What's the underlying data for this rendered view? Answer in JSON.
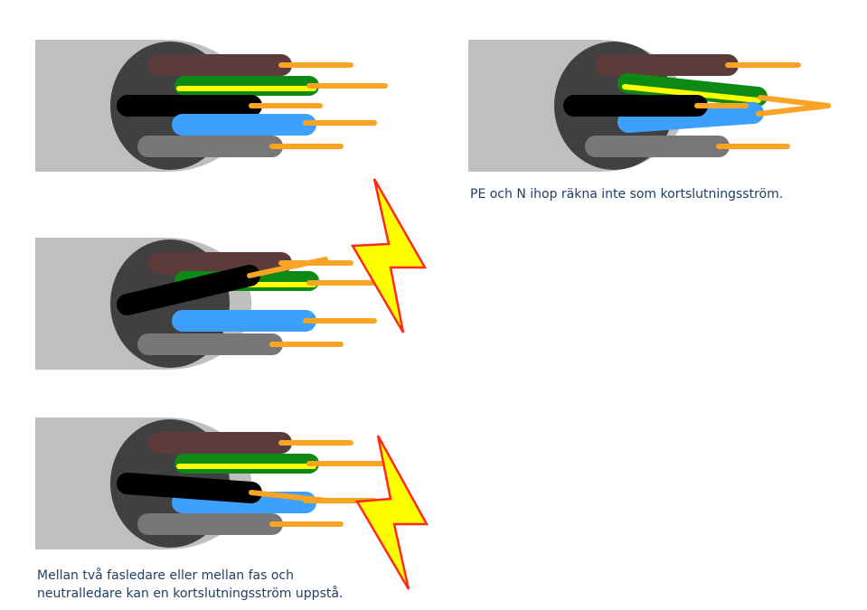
{
  "captions": {
    "right": "PE och N ihop räkna inte som kortslutningsström.",
    "bottom_line1": "Mellan två fasledare eller mellan fas och",
    "bottom_line2": "neutralledare kan en kortslutningsström uppstå."
  },
  "colors": {
    "sheath": "#bfbfbf",
    "sheath_face": "#404040",
    "brown": "#5e3b3b",
    "green": "#0c8a14",
    "yellow": "#ffff00",
    "black": "#000000",
    "blue": "#3da0ff",
    "grey": "#777777",
    "copper": "#f9a425",
    "spark_fill": "#ffff00",
    "spark_stroke": "#ff2a1a"
  },
  "icons": [
    "cable-icon",
    "lightning-icon"
  ]
}
